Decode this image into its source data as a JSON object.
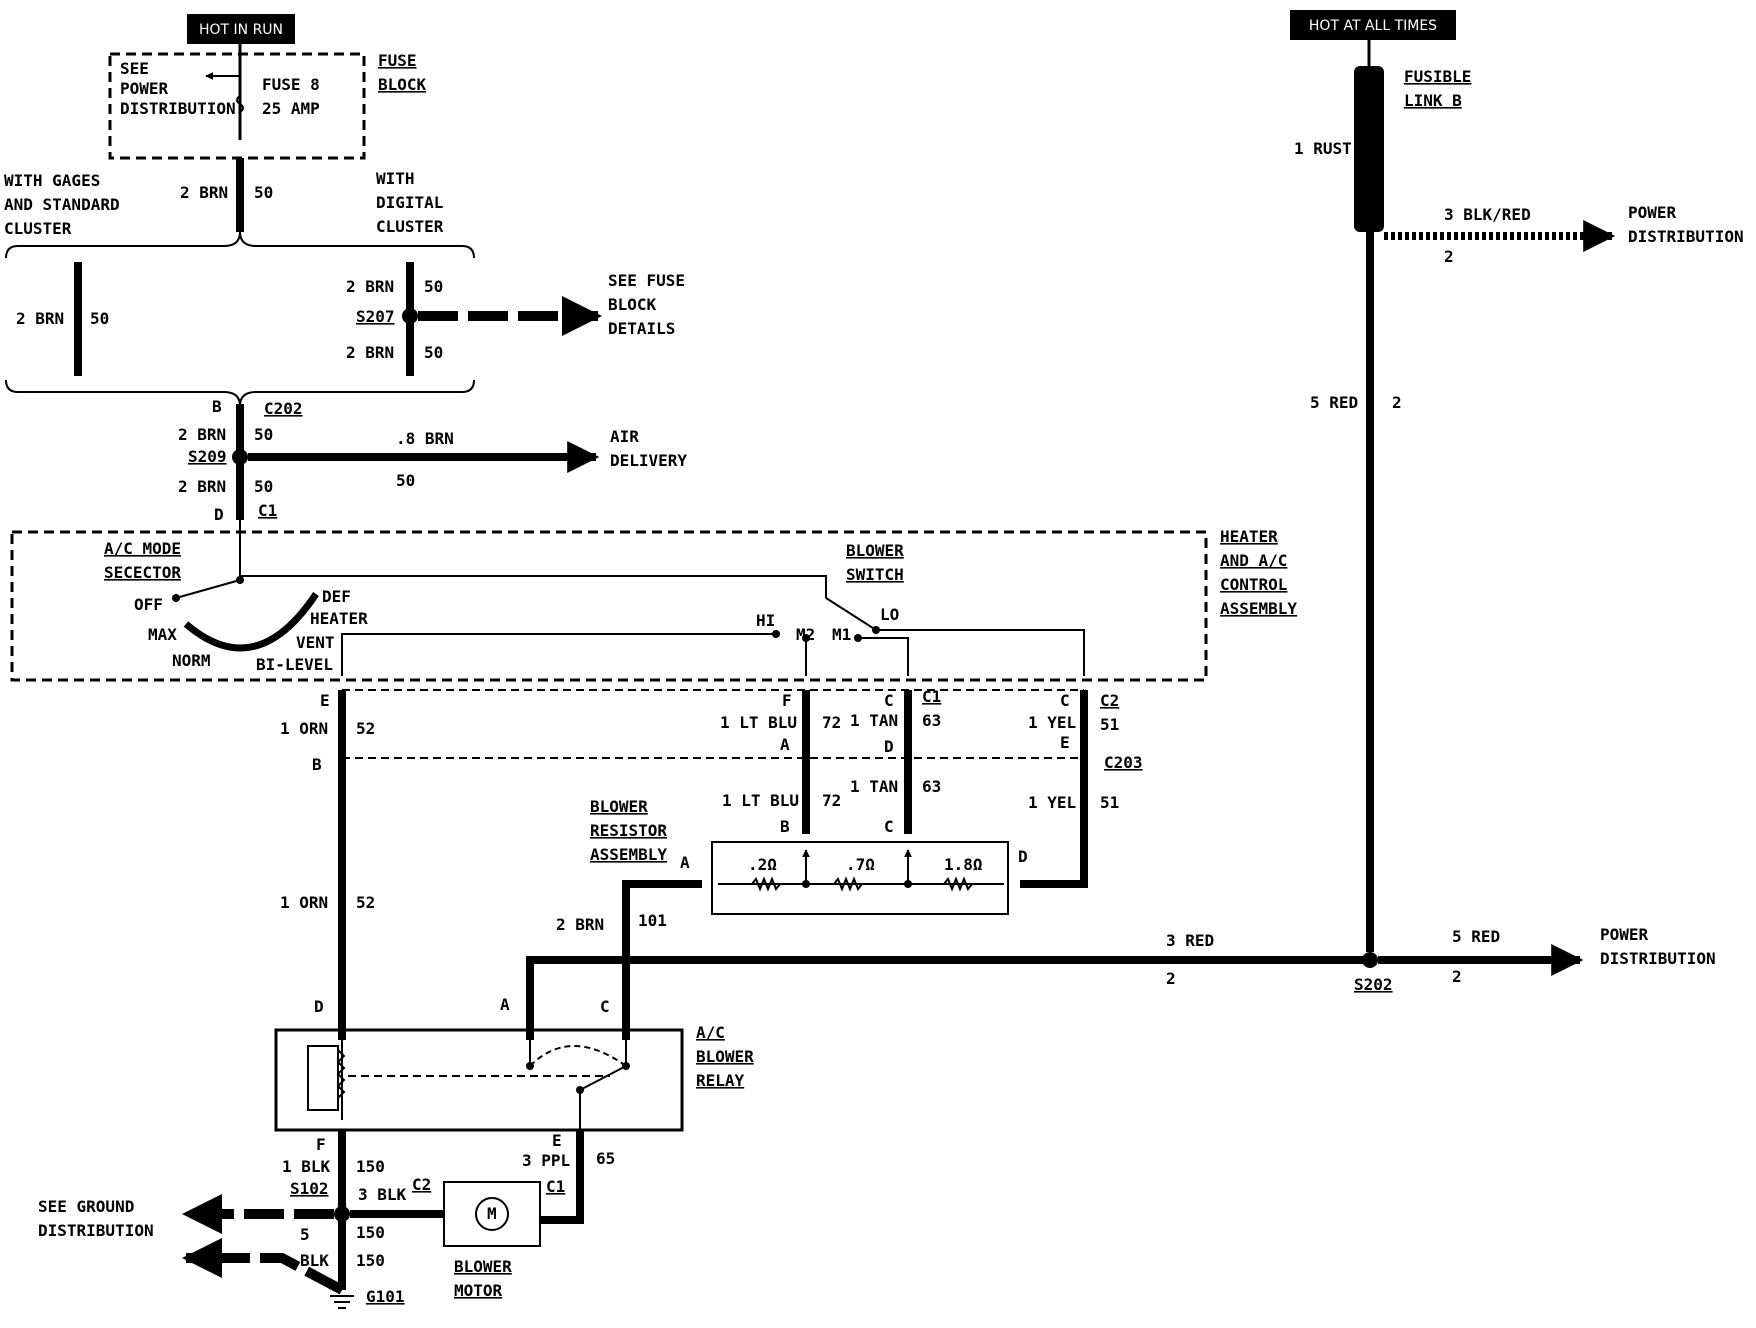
{
  "header": {
    "hot_in_run": "HOT IN RUN",
    "hot_at_all_times": "HOT AT ALL TIMES"
  },
  "fuse_block": {
    "title_1": "FUSE",
    "title_2": "BLOCK",
    "see_1": "SEE",
    "see_2": "POWER",
    "see_3": "DISTRIBUTION",
    "fuse_name": "FUSE 8",
    "fuse_rating": "25 AMP"
  },
  "fusible_link": {
    "title_1": "FUSIBLE",
    "title_2": "LINK B",
    "wire": "1 RUST"
  },
  "wires": {
    "top_brn": "2 BRN",
    "top_circ": "50",
    "left_brn": "2 BRN",
    "left_circ": "50",
    "s207_upper": "2 BRN",
    "s207_upper_circ": "50",
    "s207_lower": "2 BRN",
    "s207_lower_circ": "50",
    "c202_brn": "2 BRN",
    "c202_circ": "50",
    "s209_lower": "2 BRN",
    "s209_lower_circ": "50",
    "air_wire": ".8 BRN",
    "air_circ": "50",
    "orn_1": "1 ORN",
    "orn_1_circ": "52",
    "orn_2": "1 ORN",
    "orn_2_circ": "52",
    "ltblu_1": "1 LT BLU",
    "ltblu_1_circ": "72",
    "ltblu_2": "1 LT BLU",
    "ltblu_2_circ": "72",
    "tan_1": "1 TAN",
    "tan_1_circ": "63",
    "tan_2": "1 TAN",
    "tan_2_circ": "63",
    "yel_1": "1 YEL",
    "yel_1_circ": "51",
    "yel_2": "1 YEL",
    "yel_2_circ": "51",
    "brn_101": "2 BRN",
    "brn_101_circ": "101",
    "red_3": "3 RED",
    "red_3_circ": "2",
    "red_5_right": "5 RED",
    "red_5_right_circ": "2",
    "red_5_vert": "5 RED",
    "red_5_vert_circ": "2",
    "blkred": "3 BLK/RED",
    "blkred_circ": "2",
    "blk_1": "1 BLK",
    "blk_1_circ": "150",
    "blk_3": "3 BLK",
    "blk_3_circ": "150",
    "ppl_3": "3 PPL",
    "ppl_3_circ": "65",
    "ground_5": "5",
    "ground_blk": "BLK",
    "ground_circ": "150"
  },
  "cluster_labels": {
    "gages_1": "WITH GAGES",
    "gages_2": "AND STANDARD",
    "gages_3": "CLUSTER",
    "digital_1": "WITH",
    "digital_2": "DIGITAL",
    "digital_3": "CLUSTER"
  },
  "splices": {
    "s207": "S207",
    "s209": "S209",
    "s202": "S202",
    "s102": "S102",
    "g101": "G101"
  },
  "connectors": {
    "c202": "C202",
    "c202_pin": "B",
    "c1_top": "C1",
    "c1_top_pin": "D",
    "c1_mid": "C1",
    "c2_mid": "C2",
    "c203": "C203",
    "pin_e": "E",
    "pin_b_orn": "B",
    "pin_f": "F",
    "pin_a_blu": "A",
    "pin_c_tan": "C",
    "pin_d_tan": "D",
    "pin_c_yel": "C",
    "pin_e_yel": "E",
    "pin_b_res": "B",
    "pin_c_res": "C",
    "res_a": "A",
    "res_d": "D",
    "relay_d": "D",
    "relay_a": "A",
    "relay_c": "C",
    "relay_f": "F",
    "relay_e": "E",
    "motor_c2": "C2",
    "motor_c1": "C1"
  },
  "destinations": {
    "see_fuse_1": "SEE FUSE",
    "see_fuse_2": "BLOCK",
    "see_fuse_3": "DETAILS",
    "air_1": "AIR",
    "air_2": "DELIVERY",
    "power_top_1": "POWER",
    "power_top_2": "DISTRIBUTION",
    "power_bot_1": "POWER",
    "power_bot_2": "DISTRIBUTION",
    "ground_1": "SEE GROUND",
    "ground_2": "DISTRIBUTION"
  },
  "control_assembly": {
    "title_1": "HEATER",
    "title_2": "AND A/C",
    "title_3": "CONTROL",
    "title_4": "ASSEMBLY",
    "mode_1": "A/C MODE",
    "mode_2": "SECECTOR",
    "off": "OFF",
    "max": "MAX",
    "norm": "NORM",
    "def": "DEF",
    "heater": "HEATER",
    "vent": "VENT",
    "bilevel": "BI-LEVEL",
    "blower_1": "BLOWER",
    "blower_2": "SWITCH",
    "hi": "HI",
    "m2": "M2",
    "m1": "M1",
    "lo": "LO"
  },
  "resistor": {
    "title_1": "BLOWER",
    "title_2": "RESISTOR",
    "title_3": "ASSEMBLY",
    "r1": ".2Ω",
    "r2": ".7Ω",
    "r3": "1.8Ω"
  },
  "relay": {
    "title_1": "A/C",
    "title_2": "BLOWER",
    "title_3": "RELAY"
  },
  "motor": {
    "symbol": "M",
    "title_1": "BLOWER",
    "title_2": "MOTOR"
  }
}
